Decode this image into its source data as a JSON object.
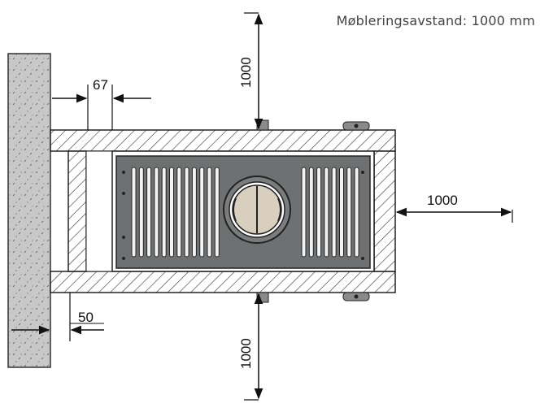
{
  "caption": "Møbleringsavstand: 1000 mm",
  "dimensions": {
    "top": "1000",
    "right": "1000",
    "bottom": "1000",
    "wall_gap": "67",
    "wall_thickness": "50"
  },
  "colors": {
    "wall": "#c9c9c9",
    "stove_panel": "#6f7071",
    "frame": "#ffffff",
    "line": "#222222"
  }
}
